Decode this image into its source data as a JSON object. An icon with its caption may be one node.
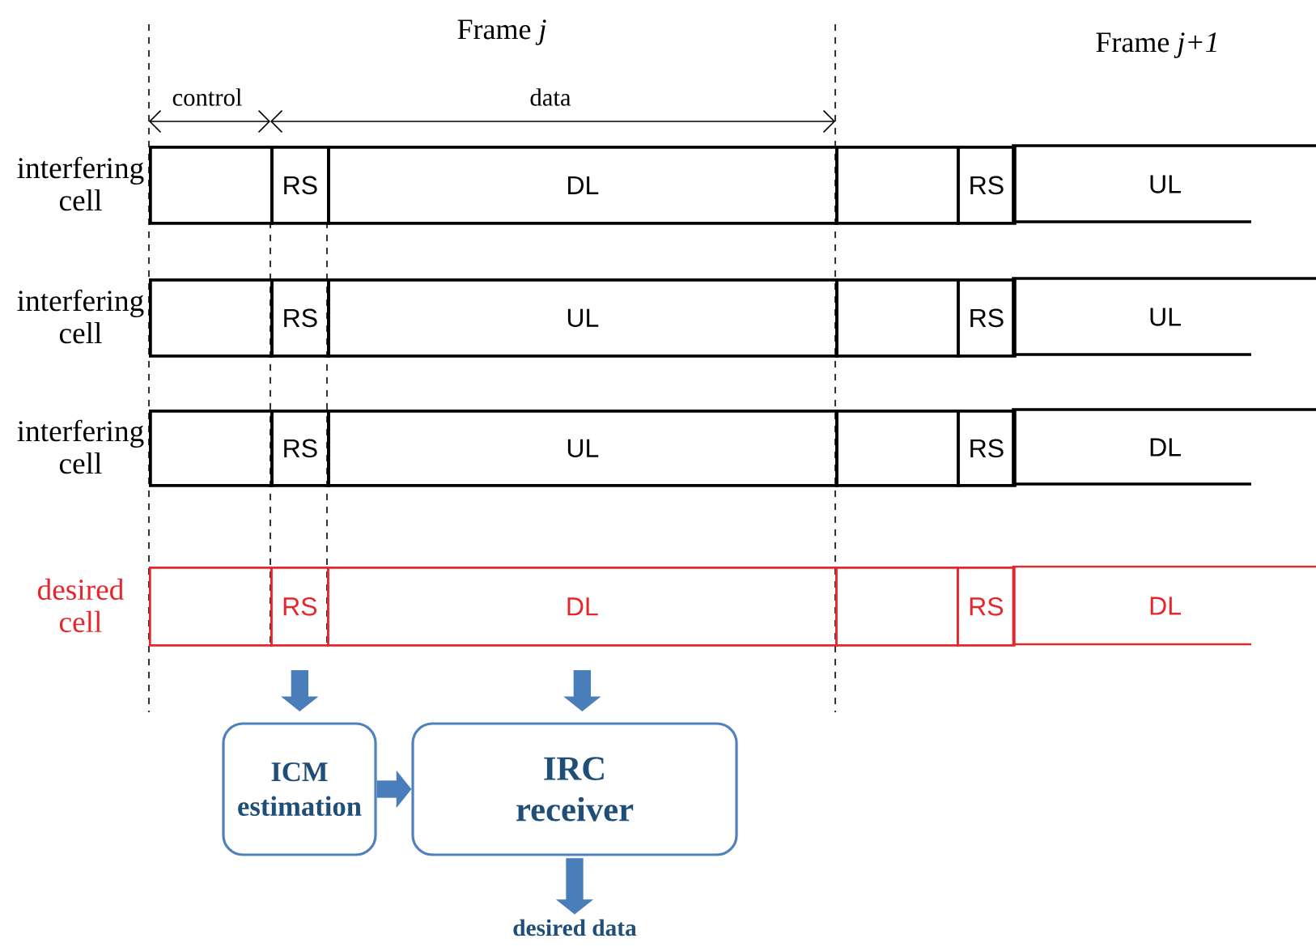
{
  "diagram": {
    "nodes": [
      {
        "text": [],
        "shape": "box",
        "beside": [
          "interfering cell"
        ]
      },
      {
        "text": [
          "RS"
        ]
      },
      {
        "text": [
          "DL"
        ]
      },
      {
        "text": [],
        "shape": "box"
      },
      {
        "text": [
          "RS"
        ]
      },
      {
        "text": [
          "UL"
        ]
      },
      {
        "text": [],
        "shape": "box",
        "beside": [
          "interfering cell"
        ]
      },
      {
        "text": [
          "RS"
        ]
      },
      {
        "text": [
          "UL"
        ]
      },
      {
        "text": [],
        "shape": "box"
      },
      {
        "text": [
          "RS"
        ]
      },
      {
        "text": [
          "UL"
        ]
      },
      {
        "text": [],
        "shape": "box",
        "beside": [
          "interfering cell"
        ]
      },
      {
        "text": [
          "RS"
        ]
      },
      {
        "text": [
          "UL"
        ]
      },
      {
        "text": [],
        "shape": "box"
      },
      {
        "text": [
          "RS"
        ]
      },
      {
        "text": [
          "DL"
        ]
      },
      {
        "text": [],
        "shape": "box",
        "beside": [
          "desired cell"
        ]
      },
      {
        "text": [
          "RS"
        ]
      },
      {
        "text": [
          "DL"
        ]
      },
      {
        "text": [],
        "shape": "box"
      },
      {
        "text": [
          "RS"
        ]
      },
      {
        "text": [
          "DL"
        ]
      },
      {
        "text": [
          "ICM estimation"
        ]
      },
      {
        "text": [
          "IRC receiver"
        ]
      },
      {
        "text": [
          "desired data"
        ]
      }
    ],
    "edges": [
      {
        "from": 19,
        "to": 24,
        "arrow": "to"
      },
      {
        "from": 20,
        "to": 25,
        "arrow": "to"
      },
      {
        "from": 24,
        "to": 25,
        "arrow": "to"
      },
      {
        "from": 25,
        "to": 26,
        "arrow": "to"
      }
    ],
    "labels": [
      "Frame *j*",
      "Frame *j+1*",
      "control",
      "data"
    ]
  }
}
